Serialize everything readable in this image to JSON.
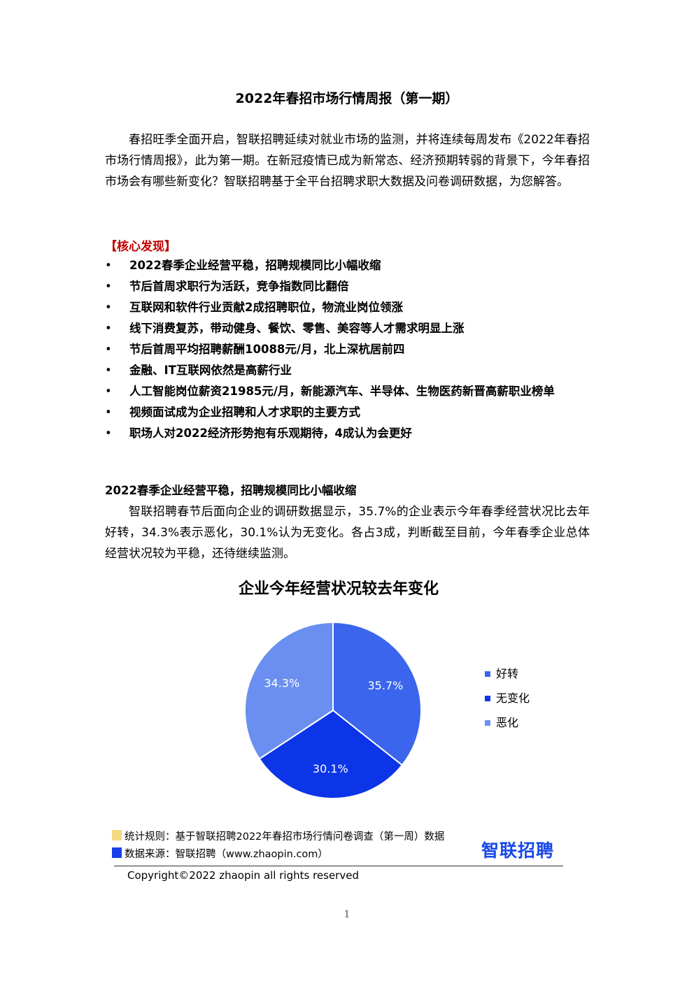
{
  "document": {
    "title": "2022年春招市场行情周报（第一期）",
    "intro": "春招旺季全面开启，智联招聘延续对就业市场的监测，并将连续每周发布《2022年春招市场行情周报》，此为第一期。在新冠疫情已成为新常态、经济预期转弱的背景下，今年春招市场会有哪些新变化？智联招聘基于全平台招聘求职大数据及问卷调研数据，为您解答。",
    "core_label": "【核心发现】",
    "bullet_symbol": "•",
    "findings": [
      "2022春季企业经营平稳，招聘规模同比小幅收缩",
      "节后首周求职行为活跃，竞争指数同比翻倍",
      "互联网和软件行业贡献2成招聘职位，物流业岗位领涨",
      "线下消费复苏，带动健身、餐饮、零售、美容等人才需求明显上涨",
      "节后首周平均招聘薪酬10088元/月，北上深杭居前四",
      "金融、IT互联网依然是高薪行业",
      "人工智能岗位薪资21985元/月，新能源汽车、半导体、生物医药新晋高薪职业榜单",
      "视频面试成为企业招聘和人才求职的主要方式",
      "职场人对2022经济形势抱有乐观期待，4成认为会更好"
    ],
    "section_heading": "2022春季企业经营平稳，招聘规模同比小幅收缩",
    "section_body": "智联招聘春节后面向企业的调研数据显示，35.7%的企业表示今年春季经营状况比去年好转，34.3%表示恶化，30.1%认为无变化。各占3成，判断截至目前，今年春季企业总体经营状况较为平稳，还待继续监测。",
    "source_rule": "统计规则：基于智联招聘2022年春招市场行情问卷调查（第一周）数据",
    "source_data": "数据来源：智联招聘（www.zhaopin.com）",
    "brand": "智联招聘",
    "copyright": "Copyright©2022 zhaopin all rights reserved",
    "page_number": "1"
  },
  "chart_data": {
    "type": "pie",
    "title": "企业今年经营状况较去年变化",
    "legend_position": "right",
    "categories": [
      "好转",
      "无变化",
      "恶化"
    ],
    "values": [
      35.7,
      30.1,
      34.3
    ],
    "labels": [
      "35.7%",
      "30.1%",
      "34.3%"
    ],
    "colors": [
      "#3a65ec",
      "#0d35e8",
      "#6b8ff0"
    ],
    "start_angle_deg": 0,
    "direction": "clockwise",
    "label_color": "#ffffff",
    "slice_border_color": "#ffffff"
  }
}
